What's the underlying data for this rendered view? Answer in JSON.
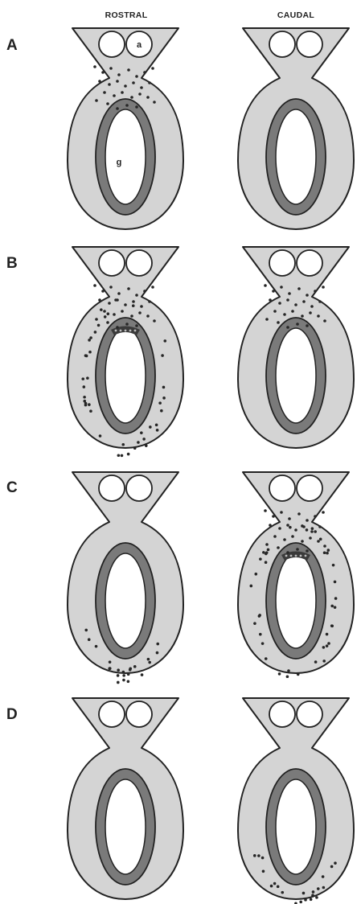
{
  "columns": [
    "ROSTRAL",
    "CAUDAL"
  ],
  "rows": [
    "A",
    "B",
    "C",
    "D"
  ],
  "annotations": {
    "a": "a",
    "g": "g"
  },
  "colors": {
    "tissue_fill": "#d4d4d4",
    "ring_fill": "#7a7a7a",
    "outline": "#222222",
    "dot": "#262626",
    "background": "#ffffff"
  },
  "panels": [
    {
      "row": "A",
      "column": "ROSTRAL",
      "dot_pattern": "neck",
      "ring_blotch": false,
      "labels": [
        "a",
        "g"
      ]
    },
    {
      "row": "A",
      "column": "CAUDAL",
      "dot_pattern": "none",
      "ring_blotch": false,
      "labels": []
    },
    {
      "row": "B",
      "column": "ROSTRAL",
      "dot_pattern": "neck-and-body",
      "ring_blotch": true,
      "labels": []
    },
    {
      "row": "B",
      "column": "CAUDAL",
      "dot_pattern": "neck",
      "ring_blotch": false,
      "labels": []
    },
    {
      "row": "C",
      "column": "ROSTRAL",
      "dot_pattern": "lower-body",
      "ring_blotch": false,
      "labels": []
    },
    {
      "row": "C",
      "column": "CAUDAL",
      "dot_pattern": "neck-and-body",
      "ring_blotch": true,
      "labels": []
    },
    {
      "row": "D",
      "column": "ROSTRAL",
      "dot_pattern": "none",
      "ring_blotch": false,
      "labels": []
    },
    {
      "row": "D",
      "column": "CAUDAL",
      "dot_pattern": "lower-body",
      "ring_blotch": false,
      "labels": []
    }
  ]
}
